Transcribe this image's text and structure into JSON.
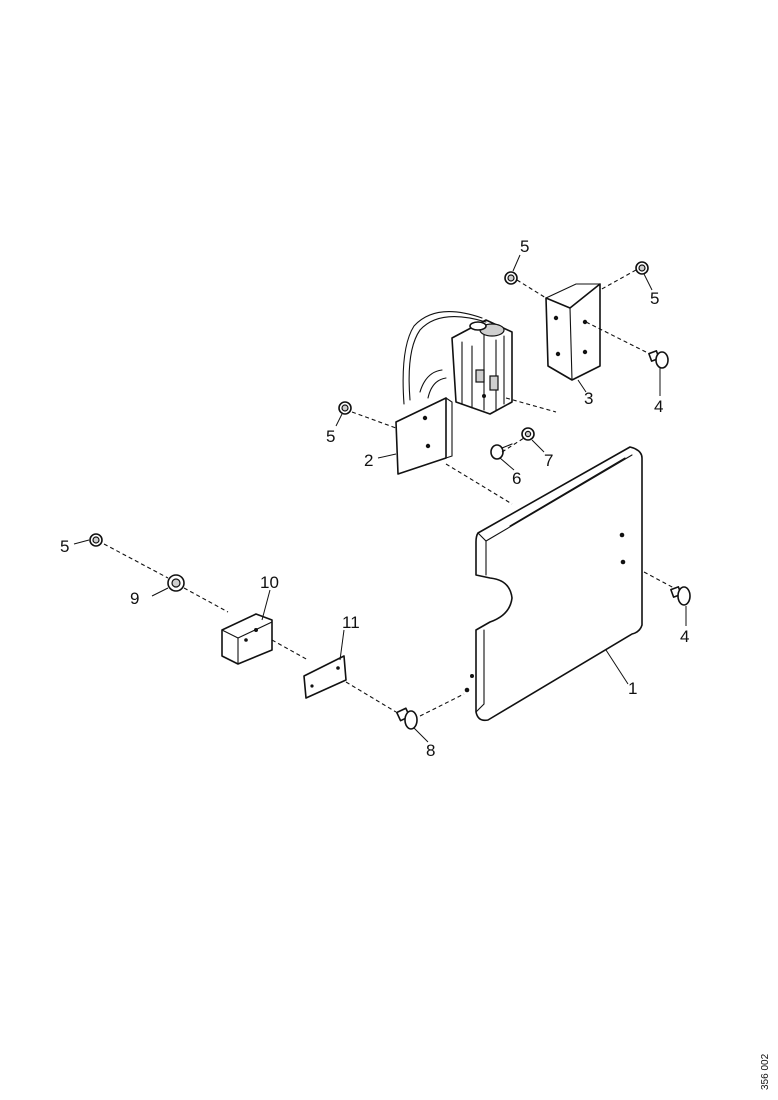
{
  "drawing": {
    "reference_code": "356 002"
  },
  "callouts": [
    {
      "id": "c1",
      "label": "1"
    },
    {
      "id": "c2",
      "label": "2"
    },
    {
      "id": "c3",
      "label": "3"
    },
    {
      "id": "c4a",
      "label": "4"
    },
    {
      "id": "c4b",
      "label": "4"
    },
    {
      "id": "c5a",
      "label": "5"
    },
    {
      "id": "c5b",
      "label": "5"
    },
    {
      "id": "c5c",
      "label": "5"
    },
    {
      "id": "c5d",
      "label": "5"
    },
    {
      "id": "c6",
      "label": "6"
    },
    {
      "id": "c7",
      "label": "7"
    },
    {
      "id": "c8",
      "label": "8"
    },
    {
      "id": "c9",
      "label": "9"
    },
    {
      "id": "c10",
      "label": "10"
    },
    {
      "id": "c11",
      "label": "11"
    }
  ],
  "colors": {
    "ink": "#111111",
    "paper": "#ffffff"
  }
}
